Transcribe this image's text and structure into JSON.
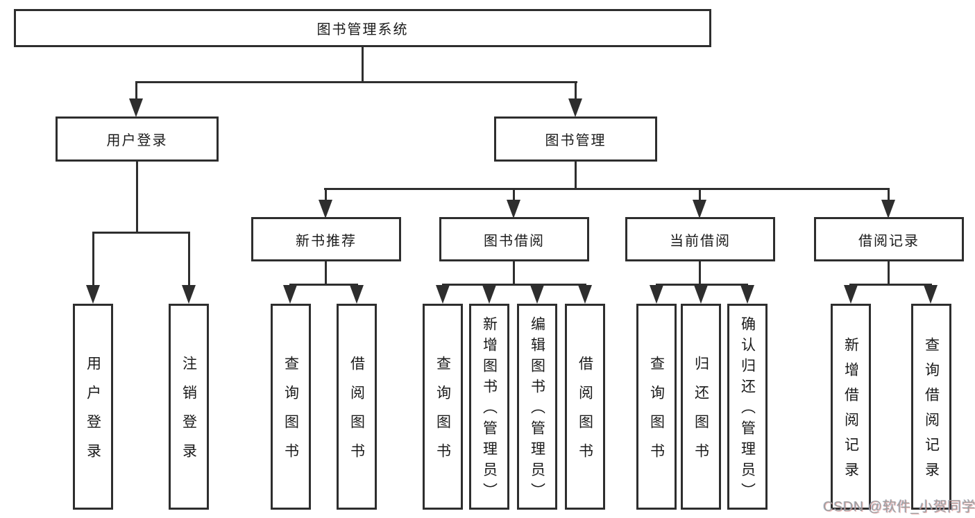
{
  "colors": {
    "line": "#2e2e2e",
    "text": "#1a1a1a",
    "watermark": "#9e9e9e",
    "background": "#ffffff"
  },
  "diagram": {
    "root": {
      "label": "图书管理系统"
    },
    "level2": [
      {
        "label": "用户登录"
      },
      {
        "label": "图书管理"
      }
    ],
    "level3": [
      {
        "label": "新书推荐"
      },
      {
        "label": "图书借阅"
      },
      {
        "label": "当前借阅"
      },
      {
        "label": "借阅记录"
      }
    ],
    "leaves": [
      {
        "label": "用户登录"
      },
      {
        "label": "注销登录"
      },
      {
        "label": "查询图书"
      },
      {
        "label": "借阅图书"
      },
      {
        "label": "查询图书"
      },
      {
        "label": "新增图书（管理员）"
      },
      {
        "label": "编辑图书（管理员）"
      },
      {
        "label": "借阅图书"
      },
      {
        "label": "查询图书"
      },
      {
        "label": "归还图书"
      },
      {
        "label": "确认归还（管理员）"
      },
      {
        "label": "新增借阅记录"
      },
      {
        "label": "查询借阅记录"
      }
    ]
  },
  "watermark": {
    "text": "CSDN @软件_小贺同学"
  }
}
